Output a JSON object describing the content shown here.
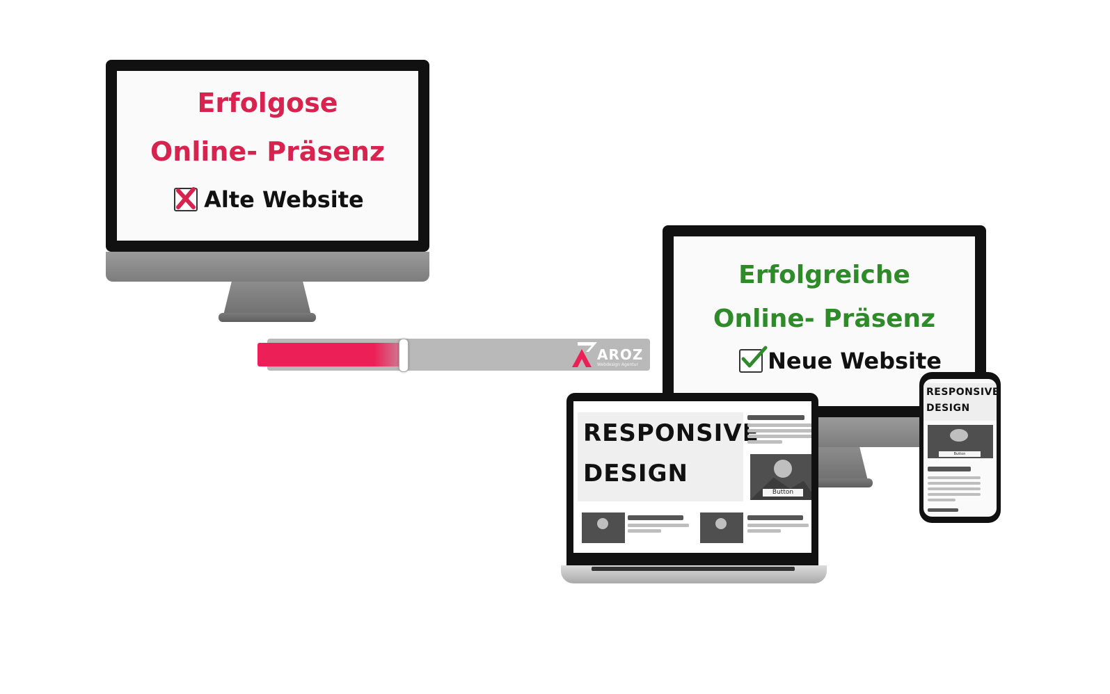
{
  "old_site": {
    "title_line1": "Erfolgose",
    "title_line2": "Online- Präsenz",
    "status_label": "Alte Website",
    "status_icon": "x-mark-icon",
    "accent_color": "#d8234f"
  },
  "progress": {
    "fill_percent": 37,
    "fill_color": "#ec1f57"
  },
  "brand": {
    "logo_text": "AROZ",
    "logo_tagline": "Webdesign Agentur"
  },
  "new_site": {
    "title_line1": "Erfolgreiche",
    "title_line2": "Online- Präsenz",
    "status_label": "Neue Website",
    "status_icon": "checkmark-icon",
    "accent_color": "#2f8a2a"
  },
  "laptop_mockup": {
    "hero_line1": "RESPONSIVE",
    "hero_line2": "DESIGN",
    "button_label": "Button"
  },
  "phone_mockup": {
    "hero_line1": "RESPONSIVE",
    "hero_line2": "DESIGN",
    "button_label": "Button"
  }
}
